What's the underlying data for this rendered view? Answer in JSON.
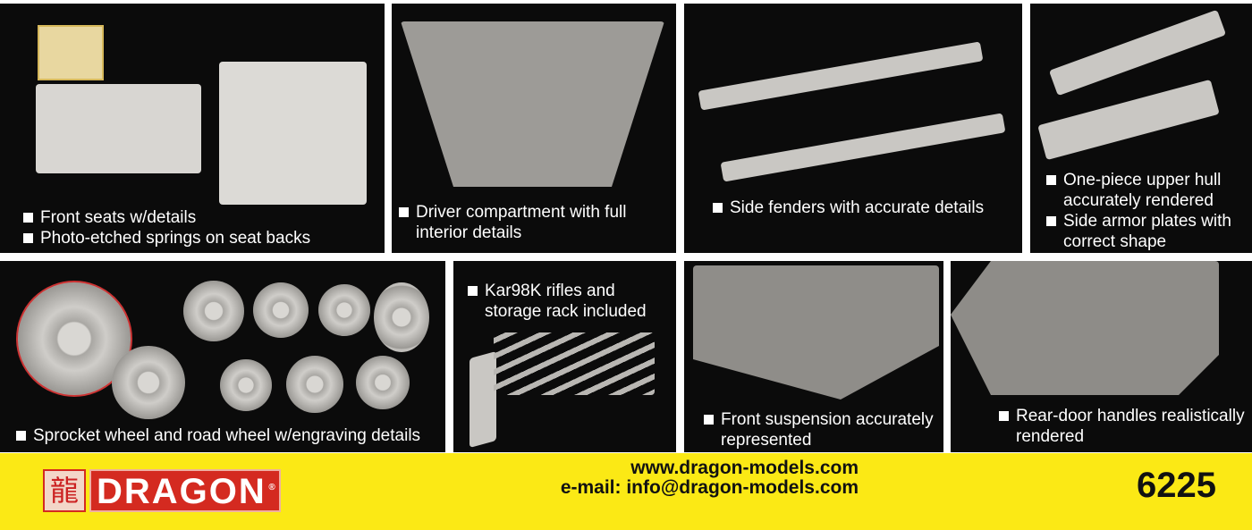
{
  "panels": [
    {
      "id": "seats",
      "lines": [
        "Front seats w/details",
        "Photo-etched springs on seat backs"
      ]
    },
    {
      "id": "driver",
      "lines": [
        "Driver compartment with full interior details"
      ]
    },
    {
      "id": "fenders",
      "lines": [
        "Side fenders with accurate details"
      ]
    },
    {
      "id": "hull",
      "lines": [
        "One-piece upper hull accurately rendered",
        "Side armor plates with correct shape"
      ]
    },
    {
      "id": "wheels",
      "lines": [
        "Sprocket wheel and road wheel w/engraving details"
      ]
    },
    {
      "id": "rifles",
      "lines": [
        "Kar98K rifles and storage rack included"
      ]
    },
    {
      "id": "suspension",
      "lines": [
        "Front suspension accurately represented"
      ]
    },
    {
      "id": "reardoor",
      "lines": [
        "Rear-door handles realistically rendered"
      ]
    }
  ],
  "footer": {
    "logo_text": "DRAGON",
    "website": "www.dragon-models.com",
    "email": "e-mail: info@dragon-models.com",
    "product_code": "6225",
    "colors": {
      "background": "#fbe915",
      "logo": "#d42a20"
    }
  }
}
